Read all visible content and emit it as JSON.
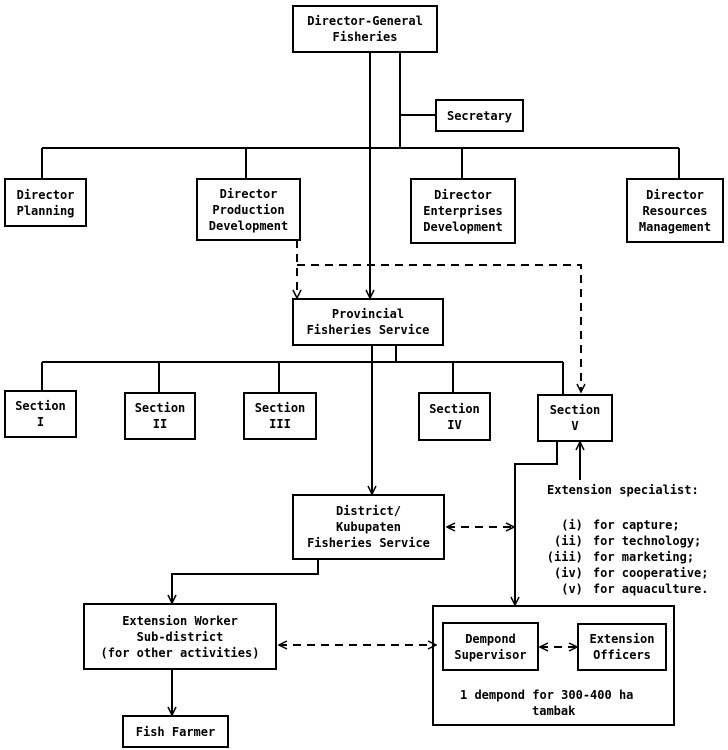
{
  "nodes": {
    "director_general": [
      "Director-General",
      "Fisheries"
    ],
    "secretary": [
      "Secretary"
    ],
    "dir_planning": [
      "Director",
      "Planning"
    ],
    "dir_production": [
      "Director",
      "Production",
      "Development"
    ],
    "dir_enterprises": [
      "Director",
      "Enterprises",
      "Development"
    ],
    "dir_resources": [
      "Director",
      "Resources",
      "Management"
    ],
    "provincial": [
      "Provincial",
      "Fisheries Service"
    ],
    "section_1": [
      "Section",
      "I"
    ],
    "section_2": [
      "Section",
      "II"
    ],
    "section_3": [
      "Section",
      "III"
    ],
    "section_4": [
      "Section",
      "IV"
    ],
    "section_5": [
      "Section",
      "V"
    ],
    "district": [
      "District/",
      "Kubupaten",
      "Fisheries Service"
    ],
    "ext_worker": [
      "Extension Worker",
      "Sub-district",
      "(for other activities)"
    ],
    "fish_farmer": [
      "Fish Farmer"
    ],
    "dempond_supervisor": [
      "Dempond",
      "Supervisor"
    ],
    "ext_officers": [
      "Extension",
      "Officers"
    ]
  },
  "dempond_note": [
    "1 dempond for 300-400 ha",
    "tambak"
  ],
  "specialist": {
    "title": "Extension specialist:",
    "items": [
      {
        "num": "(i)",
        "label": "for capture;"
      },
      {
        "num": "(ii)",
        "label": "for technology;"
      },
      {
        "num": "(iii)",
        "label": "for marketing;"
      },
      {
        "num": "(iv)",
        "label": "for cooperative;"
      },
      {
        "num": "(v)",
        "label": "for aquaculture."
      }
    ]
  }
}
